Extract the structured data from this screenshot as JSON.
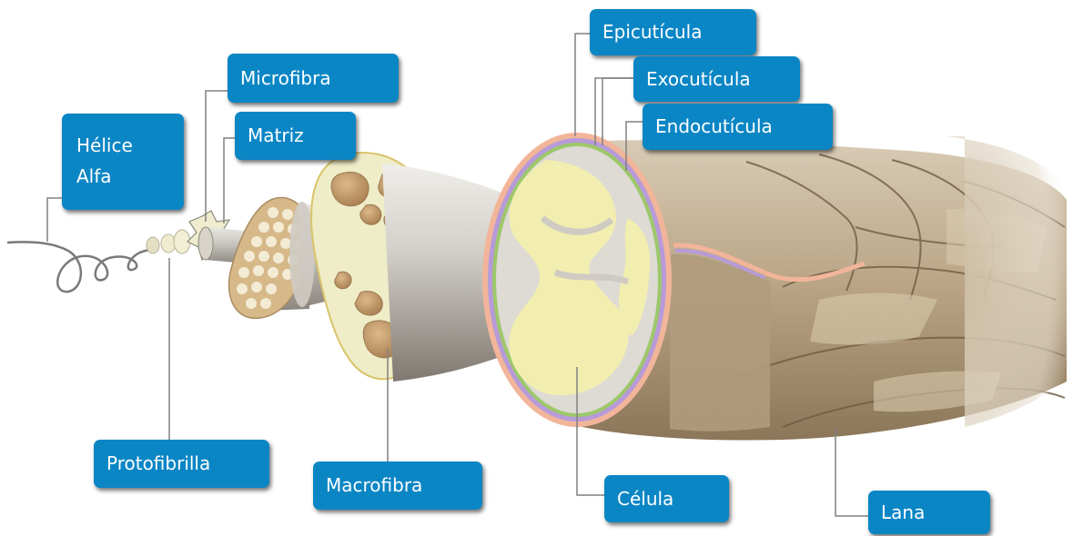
{
  "labels": {
    "helice_alfa": "Hélice\nAlfa",
    "microfibra": "Microfibra",
    "matriz": "Matriz",
    "protofibrilla": "Protofibrilla",
    "macrofibra": "Macrofibra",
    "epicuticula": "Epicutícula",
    "exocuticula": "Exocutícula",
    "endocuticula": "Endocutícula",
    "celula": "Célula",
    "lana": "Lana"
  },
  "colors": {
    "label_fill": "#0b86c5",
    "label_text": "#ffffff",
    "leader_line": "#808080",
    "epicuticle_layer": "#f2b59a",
    "exocuticle_layer": "#b79ad8",
    "endocuticle_layer": "#9dc86a",
    "cell_fill": "#f1eeb0",
    "fiber_gray": "#c7c3bc",
    "macrofibril_pod": "#c9a06e",
    "wool_scale": "#a58f73"
  }
}
